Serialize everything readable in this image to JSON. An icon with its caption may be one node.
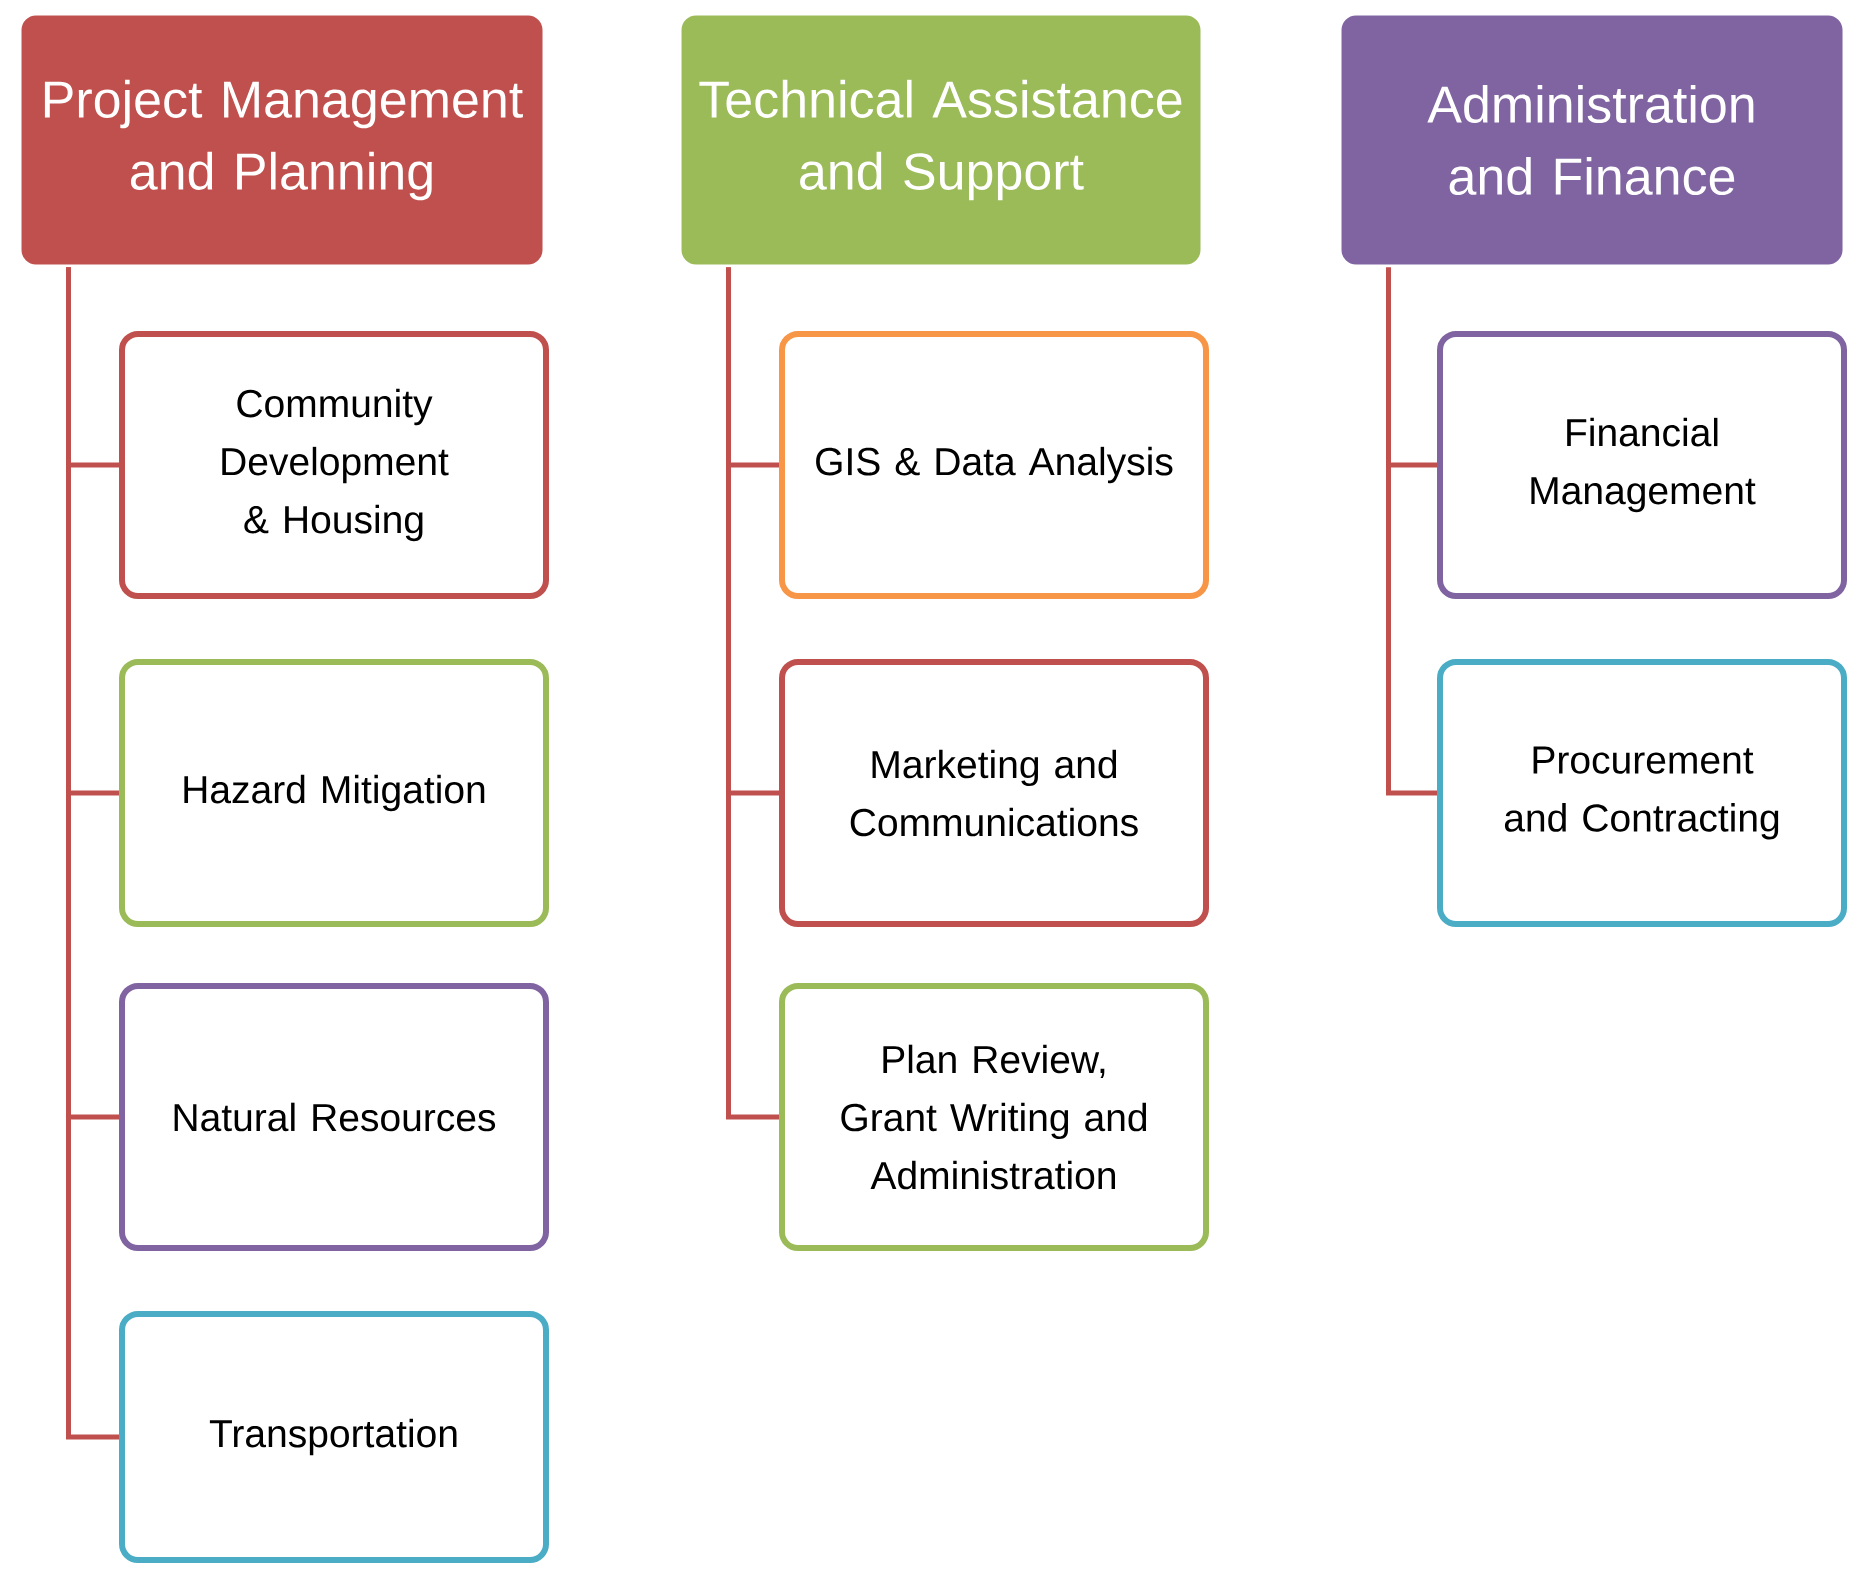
{
  "diagram": {
    "nodes": [
      {
        "text": [
          "Project Management and Planning"
        ]
      },
      {
        "text": [
          "Technical Assistance and Support"
        ]
      },
      {
        "text": [
          "Administration and Finance"
        ]
      },
      {
        "text": [
          "Community Development & Housing"
        ]
      },
      {
        "text": [
          "Hazard Mitigation"
        ]
      },
      {
        "text": [
          "Natural Resources"
        ]
      },
      {
        "text": [
          "Transportation"
        ]
      },
      {
        "text": [
          "GIS & Data Analysis"
        ]
      },
      {
        "text": [
          "Marketing and Communications"
        ]
      },
      {
        "text": [
          "Plan Review, Grant Writing and Administration"
        ]
      },
      {
        "text": [
          "Financial Management"
        ]
      },
      {
        "text": [
          "Procurement and Contracting"
        ]
      }
    ],
    "edges": [
      {
        "from": 0,
        "to": 3,
        "arrow": "none"
      },
      {
        "from": 0,
        "to": 4,
        "arrow": "none"
      },
      {
        "from": 0,
        "to": 5,
        "arrow": "none"
      },
      {
        "from": 0,
        "to": 6,
        "arrow": "none"
      },
      {
        "from": 1,
        "to": 7,
        "arrow": "none"
      },
      {
        "from": 1,
        "to": 8,
        "arrow": "none"
      },
      {
        "from": 1,
        "to": 9,
        "arrow": "none"
      },
      {
        "from": 2,
        "to": 10,
        "arrow": "none"
      },
      {
        "from": 2,
        "to": 11,
        "arrow": "none"
      }
    ]
  }
}
